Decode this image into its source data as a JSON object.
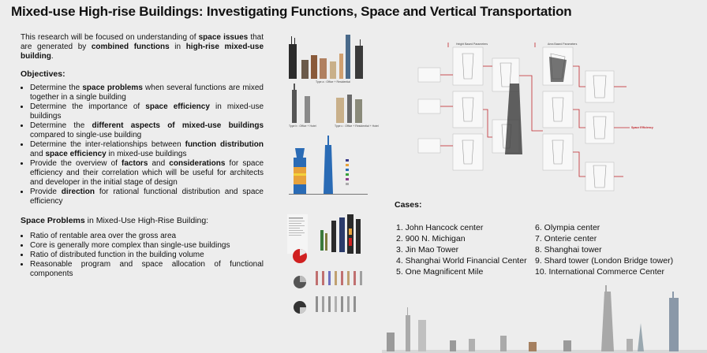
{
  "title": "Mixed-use High-rise Buildings: Investigating Functions, Space and Vertical Transportation",
  "intro": {
    "p1": "This research will be focused on understanding of ",
    "b1": "space issues",
    "p2": " that are generated by ",
    "b2": "combined functions",
    "p3": " in ",
    "b3": "high-rise mixed-use building",
    "p4": "."
  },
  "objectives_heading": "Objectives:",
  "objectives": [
    {
      "a": "Determine the ",
      "b": "space problems",
      "c": " when several functions are mixed together in a single building"
    },
    {
      "a": "Determine the importance of ",
      "b": "space efficiency",
      "c": " in mixed-use buildings"
    },
    {
      "a": "Determine the ",
      "b": "different aspects of mixed-use buildings",
      "c": " compared to single-use building"
    },
    {
      "a": "Determine the inter-relationships between ",
      "b": "function distribution",
      "c": " and ",
      "d": "space efficiency",
      "e": " in mixed-use buildings"
    },
    {
      "a": "Provide the overview of ",
      "b": "factors",
      "c": " and ",
      "d": "considerations",
      "e": " for space efficiency and their correlation which will be useful for architects and developer in the initial stage of design"
    },
    {
      "a": "Provide ",
      "b": "direction",
      "c": " for rational functional distribution and space efficiency"
    }
  ],
  "space_problems": {
    "heading_bold": "Space Problems",
    "heading_rest": " in Mixed-Use High-Rise Building:",
    "items": [
      "Ratio of rentable area over the gross area",
      "Core is generally more complex than single-use buildings",
      "Ratio of distributed function in the building volume",
      "Reasonable program and space allocation of functional components"
    ]
  },
  "figure_captions": {
    "type1": "Type a : Office + Residential",
    "type2": "Type b : Office + Hotel",
    "type3": "Type c : Office + Residential + Hotel",
    "height_params": "Height Based Parameters",
    "area_params": "Area Based Parameters",
    "space_efficiency": "Space Efficiency"
  },
  "cases_heading": "Cases:",
  "cases_left": [
    "1. John Hancock center",
    "2. 900 N. Michigan",
    "3. Jin Mao Tower",
    "4. Shanghai World Financial Center",
    "5. One Magnificent Mile"
  ],
  "cases_right": [
    "6. Olympia center",
    "7. Onterie center",
    "8. Shanghai tower",
    "9. Shard tower (London Bridge tower)",
    "10. International Commerce Center"
  ],
  "colors": {
    "accent_red": "#c0262c",
    "tower_blue": "#2a6bb5",
    "tower_orange": "#e8a23a",
    "tower_dark": "#2b2b2b"
  }
}
